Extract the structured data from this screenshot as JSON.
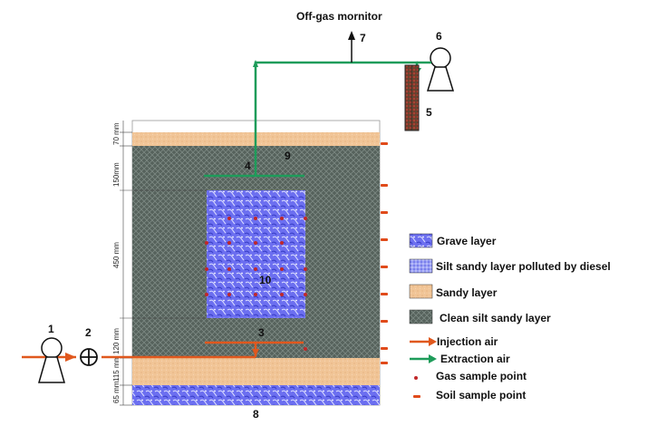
{
  "title": "Off‑gas mornitor",
  "numbers": {
    "n1": "1",
    "n2": "2",
    "n3": "3",
    "n4": "4",
    "n5": "5",
    "n6": "6",
    "n7": "7",
    "n8": "8",
    "n9": "9",
    "n10": "10"
  },
  "dimensions": {
    "d70": "70 mm",
    "d150": "150mm",
    "d450": "450 mm",
    "d120": "120 mm",
    "d115": "115 mm",
    "d65": "65 mm"
  },
  "legend": {
    "grave": "Grave layer",
    "silt_polluted": "Silt sandy layer polluted by diesel",
    "sandy": "Sandy layer",
    "clean_silt": "Clean silt sandy layer",
    "injection": "Injection air",
    "extraction": "Extraction air",
    "gas_point": "Gas sample point",
    "soil_point": "Soil sample point"
  },
  "colors": {
    "injection_line": "#e0581e",
    "extraction_line": "#1e9c5a",
    "sandy": "#f1c79a",
    "clean_silt": "#4a5852",
    "grave": "#5a5ee8",
    "gas_point": "#c0282a",
    "soil_point": "#e04a1a"
  }
}
